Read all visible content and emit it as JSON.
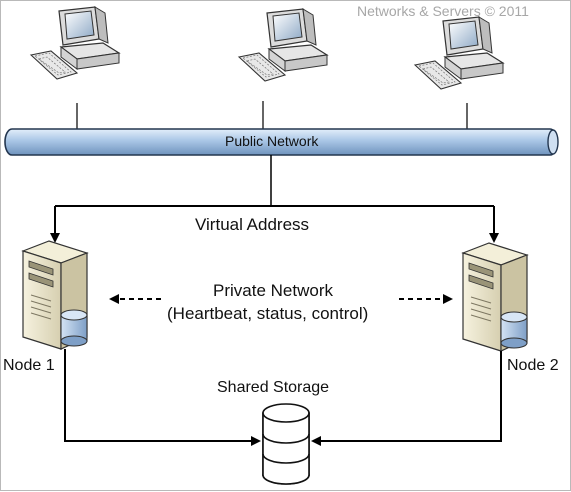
{
  "watermark": "Networks & Servers © 2011",
  "public_network": {
    "label": "Public Network"
  },
  "virtual_address": {
    "label": "Virtual Address"
  },
  "private_network": {
    "line1": "Private Network",
    "line2": "(Heartbeat, status, control)"
  },
  "nodes": [
    {
      "label": "Node 1"
    },
    {
      "label": "Node 2"
    }
  ],
  "shared_storage": {
    "label": "Shared Storage"
  },
  "clients": [
    {
      "icon": "desktop-computer-icon"
    },
    {
      "icon": "desktop-computer-icon"
    },
    {
      "icon": "desktop-computer-icon"
    }
  ],
  "colors": {
    "bus_fill": "#a9c6e6",
    "bus_stroke": "#23364f",
    "server_body": "#e9e4cc",
    "disk": "#a9c3e3",
    "line": "#000000"
  }
}
